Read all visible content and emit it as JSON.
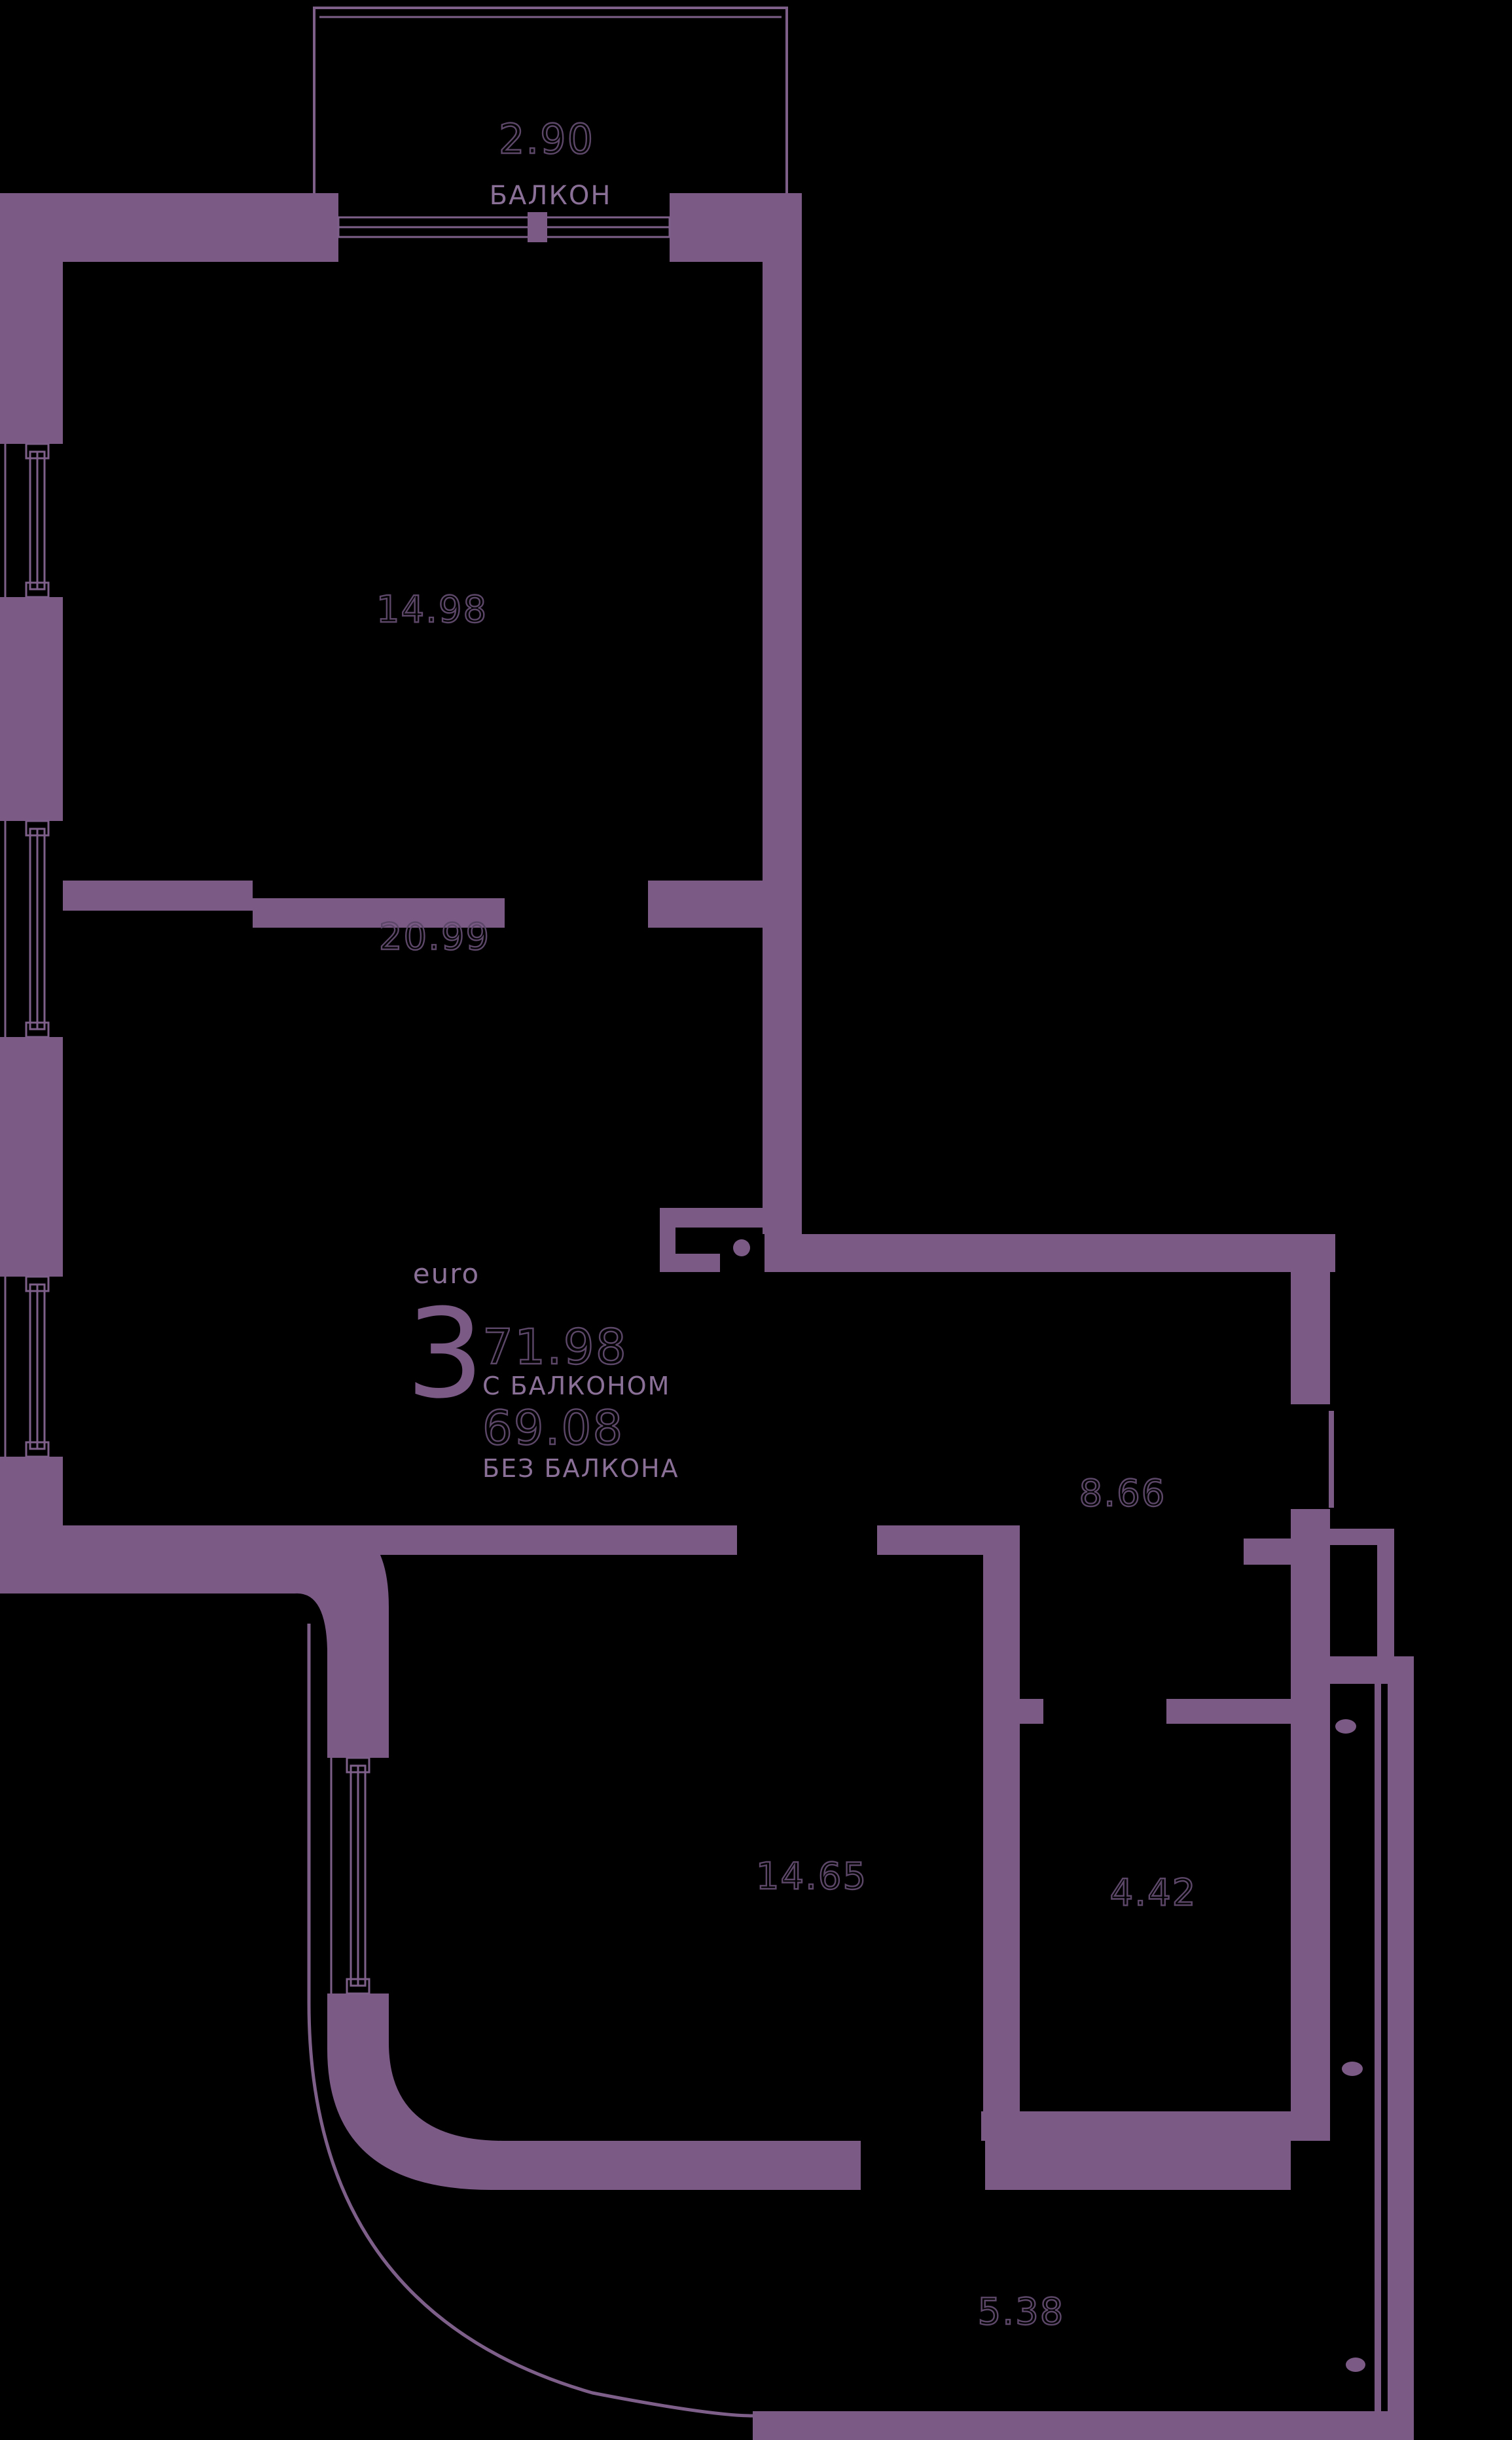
{
  "plan": {
    "balcony": {
      "area": "2.90",
      "label": "БАЛКОН"
    },
    "rooms": [
      {
        "name": "room-14-98",
        "area": "14.98"
      },
      {
        "name": "room-20-99",
        "area": "20.99"
      },
      {
        "name": "corridor-8-66",
        "area": "8.66"
      },
      {
        "name": "room-14-65",
        "area": "14.65"
      },
      {
        "name": "bathroom-4-42",
        "area": "4.42"
      },
      {
        "name": "hall-5-38",
        "area": "5.38"
      }
    ],
    "summary": {
      "plan_type": "euro",
      "rooms_count": "3",
      "area_with_balcony": "71.98",
      "with_balcony_label": "С БАЛКОНОМ",
      "area_without_balcony": "69.08",
      "without_balcony_label": "БЕЗ БАЛКОНА"
    },
    "colors": {
      "background": "#000000",
      "wall": "#7b5a86",
      "outline": "#7d5f8a",
      "label_solid": "#8a6f96",
      "label_outline": "#5c4769"
    }
  }
}
